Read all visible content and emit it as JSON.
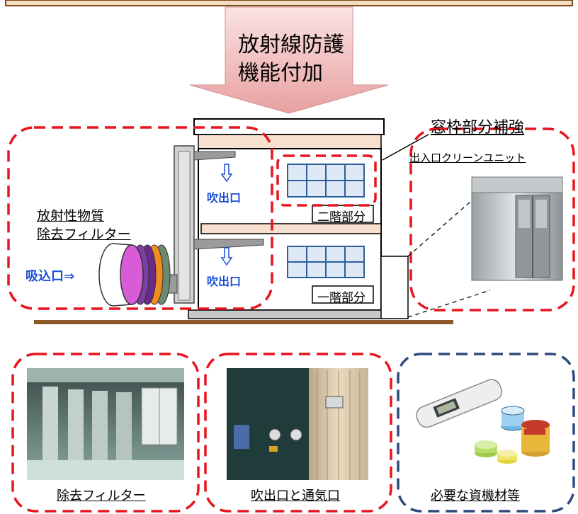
{
  "arrow": {
    "line1": "放射線防護",
    "line2": "機能付加"
  },
  "labels": {
    "window_reinforcement": "窓枠部分補強",
    "clean_unit": "出入口クリーンユニット",
    "filter_title_1": "放射性物質",
    "filter_title_2": "除去フィルター",
    "intake": "吸込口⇒",
    "outlet_2f": "吹出口",
    "outlet_1f": "吹出口",
    "floor_2": "二階部分",
    "floor_1": "一階部分"
  },
  "photos": {
    "filter_caption": "除去フィルター",
    "vent_caption": "吹出口と通気口",
    "supplies_caption": "必要な資機材等"
  },
  "colors": {
    "red_dash": "#e8141e",
    "navy_dash": "#2e4a7e",
    "arrow_pink": "#f2b8b8",
    "window_blue": "#2c5f9e"
  }
}
